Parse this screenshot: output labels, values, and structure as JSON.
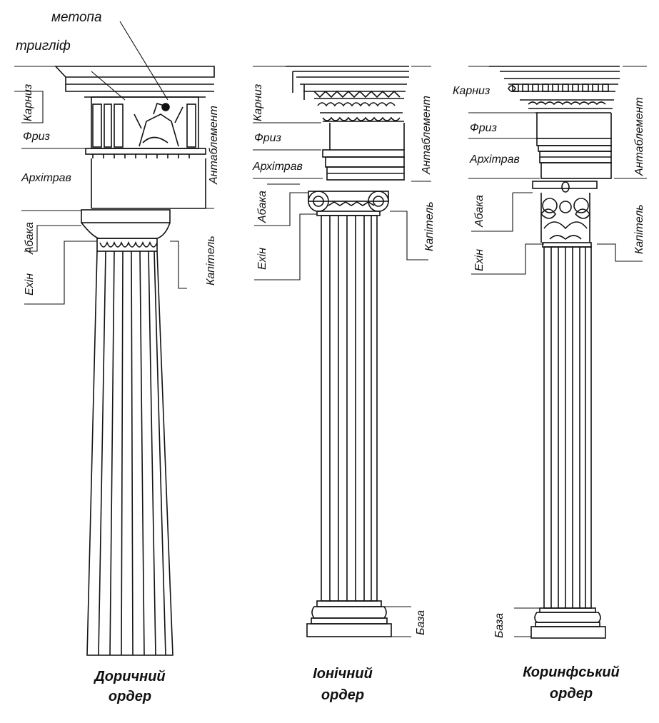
{
  "labels": {
    "metopa": "метопа",
    "tryglif": "тригліф",
    "karnyz": "Карниз",
    "fryz": "Фриз",
    "arkhitrav": "Архітрав",
    "abaka": "Абака",
    "ekhin": "Ехін",
    "antablement": "Антаблемент",
    "kapitel": "Капітель",
    "baza": "База"
  },
  "captions": {
    "doric": {
      "line1": "Доричний",
      "line2": "ордер"
    },
    "ionic": {
      "line1": "Іонічний",
      "line2": "ордер"
    },
    "corinthian": {
      "line1": "Коринфський",
      "line2": "ордер"
    }
  }
}
